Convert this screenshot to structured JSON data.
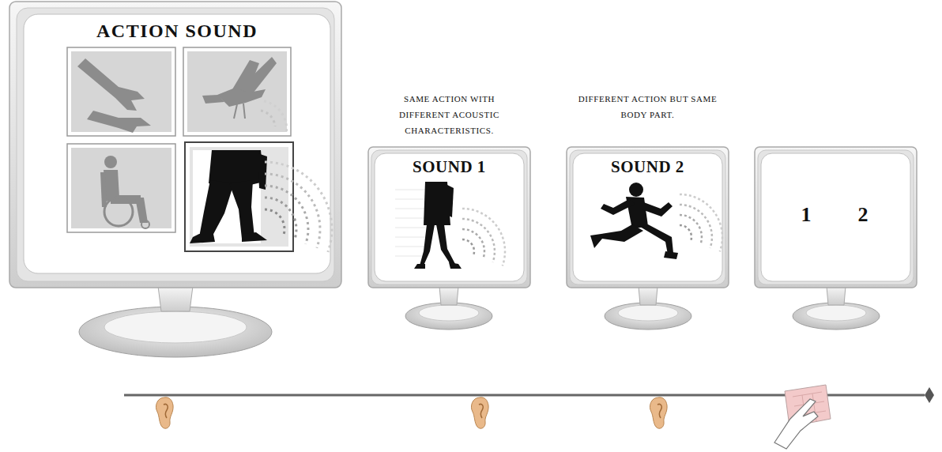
{
  "diagram": {
    "nodes": [
      {
        "text": [
          "ACTION SOUND"
        ]
      },
      {
        "text": [
          "SAME ACTION WITH DIFFERENT ACOUSTIC CHARACTERISTICS.",
          "SOUND 1"
        ]
      },
      {
        "text": [
          "DIFFERENT ACTION BUT SAME BODY PART.",
          "SOUND 2"
        ]
      },
      {
        "text": [
          "1",
          "2"
        ]
      }
    ]
  }
}
